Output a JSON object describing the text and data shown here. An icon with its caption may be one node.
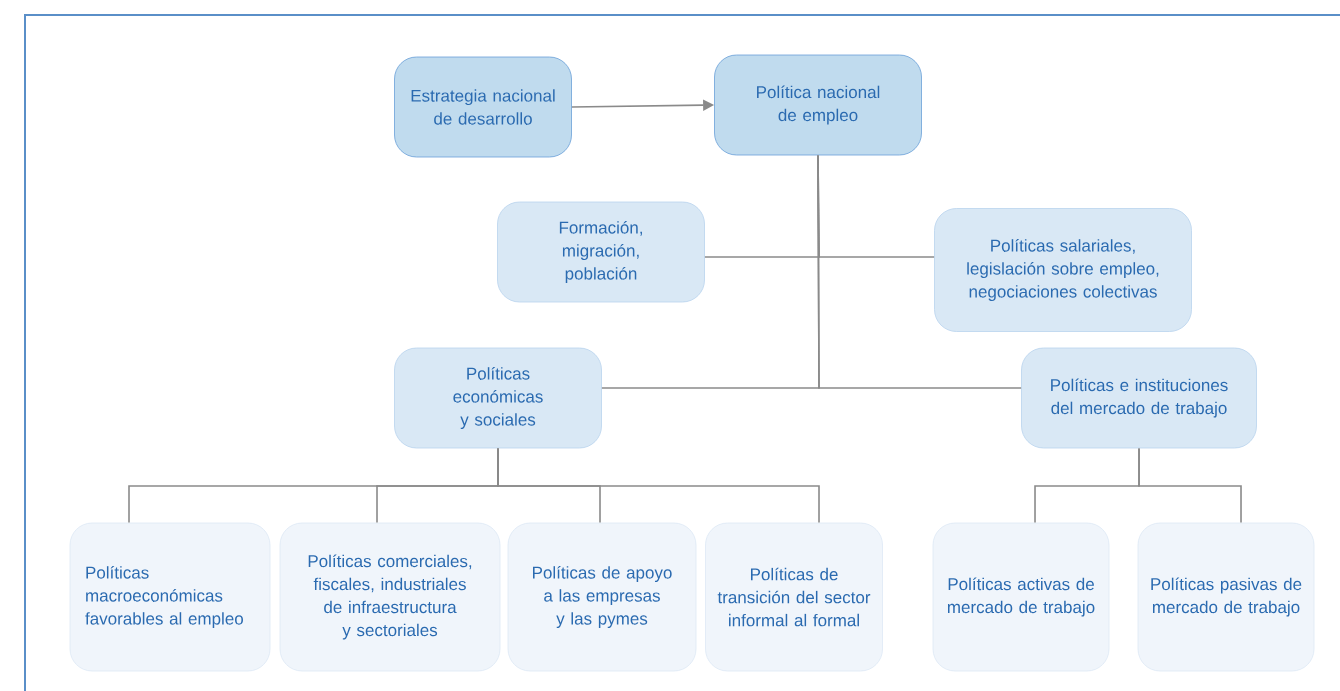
{
  "diagram": {
    "nodes": [
      {
        "text": [
          "Estrategia nacional de desarrollo"
        ]
      },
      {
        "text": [
          "Política nacional de empleo"
        ]
      },
      {
        "text": [
          "Formación, migración, población"
        ]
      },
      {
        "text": [
          "Políticas salariales, legislación sobre empleo, negociaciones colectivas"
        ]
      },
      {
        "text": [
          "Políticas económicas y sociales"
        ]
      },
      {
        "text": [
          "Políticas e instituciones del mercado de trabajo"
        ]
      },
      {
        "text": [
          "Políticas macroeconómicas favorables al empleo"
        ]
      },
      {
        "text": [
          "Políticas comerciales, fiscales, industriales de infraestructura y sectoriales"
        ]
      },
      {
        "text": [
          "Políticas de apoyo a las empresas y las pymes"
        ]
      },
      {
        "text": [
          "Políticas de transición del sector informal al formal"
        ]
      },
      {
        "text": [
          "Políticas activas de mercado de trabajo"
        ]
      },
      {
        "text": [
          "Políticas pasivas de mercado de trabajo"
        ]
      }
    ],
    "edges": [
      {
        "from": 0,
        "to": 1,
        "arrow": "to"
      },
      {
        "from": 1,
        "to": 2,
        "arrow": "none"
      },
      {
        "from": 1,
        "to": 3,
        "arrow": "none"
      },
      {
        "from": 1,
        "to": 4,
        "arrow": "none"
      },
      {
        "from": 1,
        "to": 5,
        "arrow": "none"
      },
      {
        "from": 4,
        "to": 6,
        "arrow": "none"
      },
      {
        "from": 4,
        "to": 7,
        "arrow": "none"
      },
      {
        "from": 4,
        "to": 8,
        "arrow": "none"
      },
      {
        "from": 4,
        "to": 9,
        "arrow": "none"
      },
      {
        "from": 5,
        "to": 10,
        "arrow": "none"
      },
      {
        "from": 5,
        "to": 11,
        "arrow": "none"
      }
    ]
  }
}
